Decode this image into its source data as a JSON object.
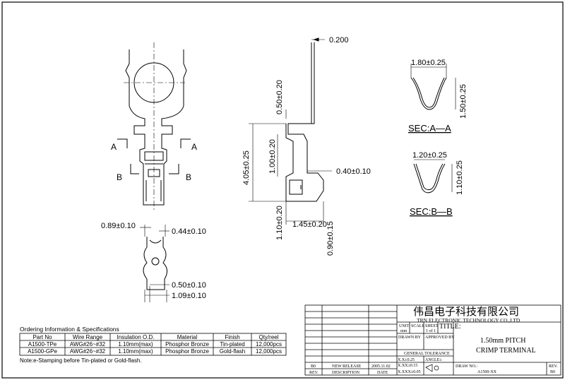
{
  "top_view": {
    "section_a_label": "A",
    "section_a_label_right": "A",
    "section_b_label": "B",
    "section_b_label_right": "B"
  },
  "side_view": {
    "dim_thickness": "0.200",
    "dim_upper": "0.50±0.20",
    "dim_total": "4.05±0.25",
    "dim_middle": "1.00±0.20",
    "dim_gap": "0.40±0.10",
    "dim_lower": "1.10±0.20",
    "dim_bottom_width": "1.45±0.20",
    "dim_tail": "0.90±0.15"
  },
  "bottom_view": {
    "dim_left": "0.89±0.10",
    "dim_right": "0.44±0.10",
    "dim_inner": "0.50±0.10",
    "dim_outer": "1.09±0.10"
  },
  "section_aa": {
    "width": "1.80±0.25",
    "height": "1.50±0.25",
    "label": "SEC:A—A"
  },
  "section_bb": {
    "width": "1.20±0.25",
    "height": "1.10±0.25",
    "label": "SEC:B—B"
  },
  "ordering": {
    "title": "Ordering Information & Specifications",
    "headers": [
      "Part No",
      "Wire Range",
      "Insulation O.D.",
      "Material",
      "Finish",
      "Qty/reel"
    ],
    "rows": [
      [
        "A1500-TPe",
        "AWG#26~#32",
        "1.10mm(max)",
        "Phosphor Bronze",
        "Tin-plated",
        "12,000pcs"
      ],
      [
        "A1500-GPe",
        "AWG#26~#32",
        "1.10mm(max)",
        "Phosphor Bronze",
        "Gold-flash",
        "12,000pcs"
      ]
    ],
    "note": "Note:e-Stamping before Tin-plated or Gold-flash."
  },
  "title_block": {
    "company_cn": "伟昌电子科技有限公司",
    "company_en": "TRN ELECTRONIC TECHNOLOGY CO.,LTD",
    "unit": "UNIT",
    "unit_val": "mm",
    "scale": "SCALE",
    "sheet": "SHEET",
    "sheet_val": "1 of 1",
    "title_label": "TITLE:",
    "title_line1": "1.50mm PITCH",
    "title_line2": "CRIMP TERMINAL",
    "drawn_by": "DRAWN BY",
    "approved_by": "APPROVED BY",
    "general_tolerance": "GENERAL TOLERANCE",
    "tol1": "X.X±0.25",
    "tol2": "X.XX±0.15",
    "tol3": "X.XXX±0.05",
    "angle": "ANGLE±",
    "rev_code": "B0",
    "new_release": "NEW RELEASE",
    "date_val": "2005.11.02",
    "rev": "REV.",
    "description": "DESCRIPTION",
    "date": "DATE",
    "drawing_no_label": "DRAW NO.:",
    "drawing_no": "A1500-XX",
    "rev_label": "REV.",
    "rev_value": "B0"
  }
}
